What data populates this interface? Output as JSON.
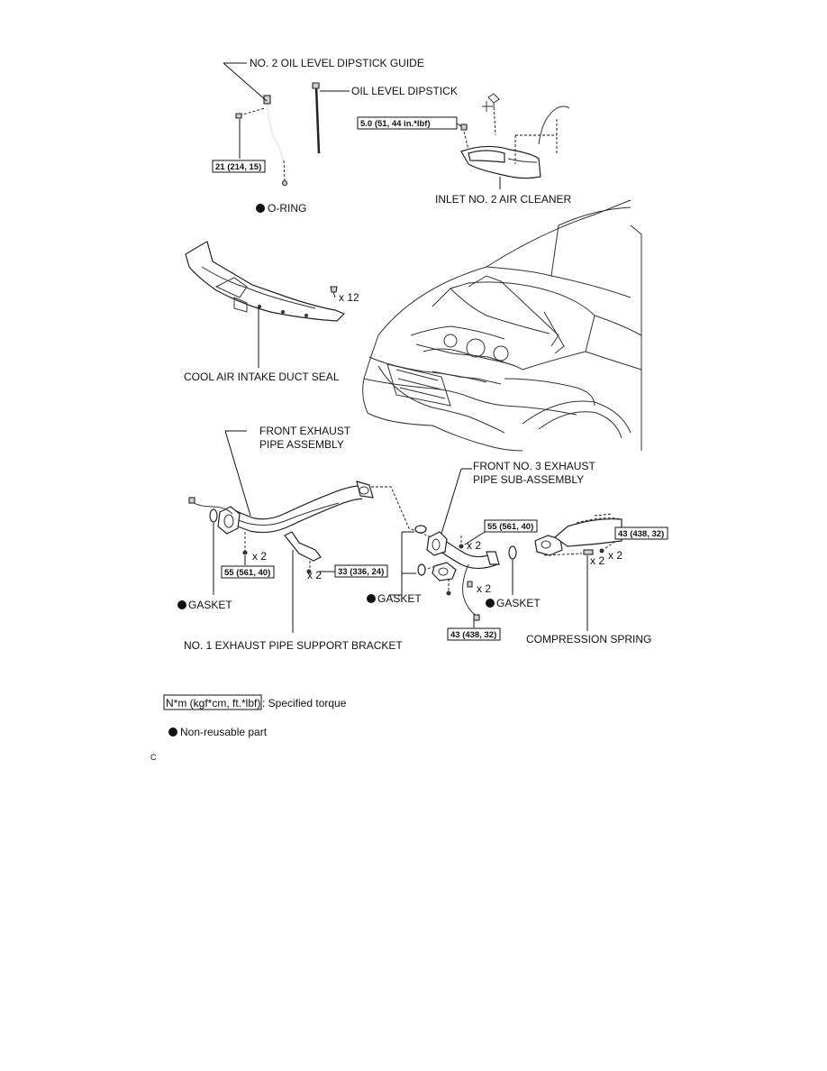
{
  "labels": {
    "dipstick_guide": "NO. 2 OIL LEVEL DIPSTICK GUIDE",
    "dipstick": "OIL LEVEL DIPSTICK",
    "o_ring": "O-RING",
    "inlet_air_cleaner": "INLET NO. 2 AIR CLEANER",
    "duct_seal": "COOL AIR INTAKE DUCT SEAL",
    "front_exhaust_1": "FRONT EXHAUST",
    "front_exhaust_2": "PIPE ASSEMBLY",
    "front_no3_1": "FRONT NO. 3 EXHAUST",
    "front_no3_2": "PIPE SUB-ASSEMBLY",
    "gasket_left": "GASKET",
    "gasket_mid": "GASKET",
    "gasket_right": "GASKET",
    "support_bracket": "NO. 1 EXHAUST PIPE SUPPORT BRACKET",
    "compression_spring": "COMPRESSION SPRING"
  },
  "torques": {
    "t_inlet": "5.0 (51, 44 in.*lbf)",
    "t_guide": "21 (214, 15)",
    "t_left_flange": "55 (561, 40)",
    "t_bracket": "33 (336, 24)",
    "t_mid_top": "55 (561, 40)",
    "t_mid_bottom": "43 (438, 32)",
    "t_right": "43 (438, 32)"
  },
  "multipliers": {
    "x12": "x 12",
    "x2_a": "x 2",
    "x2_b": "x 2",
    "x2_c": "x 2",
    "x2_d": "x 2",
    "x2_e": "x 2",
    "x2_f": "x 2"
  },
  "legend": {
    "torque_box": "N*m (kgf*cm, ft.*lbf)",
    "torque_text": ": Specified torque",
    "nonreusable_text": "Non-reusable part"
  },
  "footer_code": "C"
}
